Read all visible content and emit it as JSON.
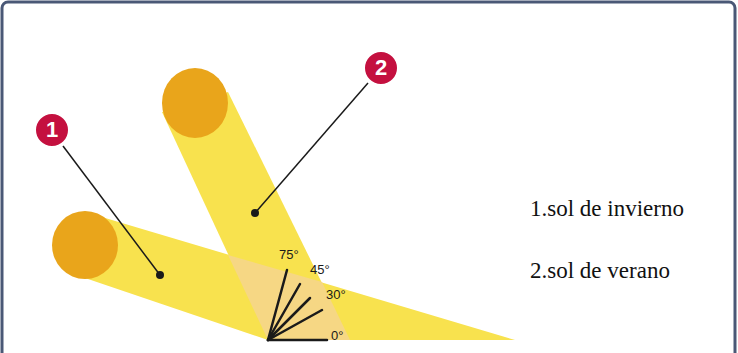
{
  "diagram": {
    "labels": [
      "1",
      "2",
      "75°",
      "45°",
      "30°",
      "0°",
      "1.sol de invierno",
      "2.sol de verano"
    ]
  }
}
